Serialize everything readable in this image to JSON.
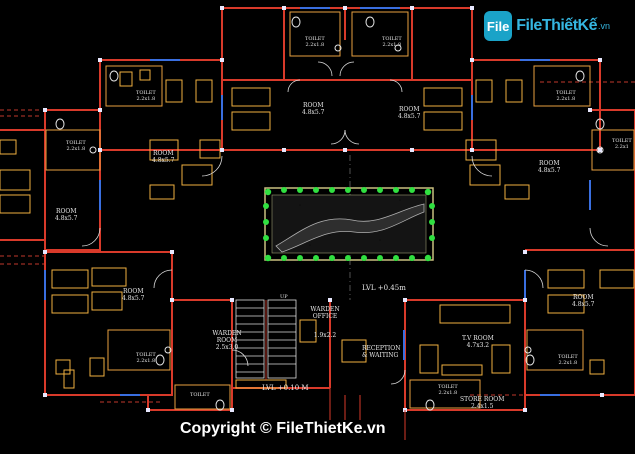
{
  "watermark": {
    "logo_mark": "File",
    "logo_text": "FileThiếtKế",
    "logo_suffix": ".vn",
    "copyright": "Copyright © FileThietKe.vn"
  },
  "rooms": {
    "toilet_top_left": {
      "name": "TOILET",
      "size": "2.2x1.8"
    },
    "toilet_top_right": {
      "name": "TOILET",
      "size": "2.2x1.8"
    },
    "toilet_left_a": {
      "name": "TOILET",
      "size": "2.2x1.8"
    },
    "toilet_left_b": {
      "name": "TOILET",
      "size": "2.2x1.8"
    },
    "toilet_right_a": {
      "name": "TOILET",
      "size": "2.2x1.8"
    },
    "toilet_right_b": {
      "name": "TOILET",
      "size": "2.2x1"
    },
    "room_top_center_left": {
      "name": "ROOM",
      "size": "4.8x5.7"
    },
    "room_top_center_right": {
      "name": "ROOM",
      "size": "4.8x5.7"
    },
    "room_left_upper": {
      "name": "ROOM",
      "size": "4.8x5.7"
    },
    "room_far_left": {
      "name": "ROOM",
      "size": "4.8x5.7"
    },
    "room_right_upper": {
      "name": "ROOM",
      "size": "4.8x5.7"
    },
    "room_left_lower": {
      "name": "ROOM",
      "size": "4.8x5.7"
    },
    "room_right_lower": {
      "name": "ROOM",
      "size": "4.8x5.7"
    },
    "toilet_bottom_left": {
      "name": "TOILET",
      "size": "2.2x1.8"
    },
    "toilet_bottom_right": {
      "name": "TOILET",
      "size": "2.2x1.8"
    },
    "toilet_bottom_center_left": {
      "name": "TOILET",
      "size": ""
    },
    "toilet_bottom_center_right": {
      "name": "TOILET",
      "size": "2.2x1.8"
    },
    "warden_room": {
      "name": "WARDEN ROOM",
      "size": "2.5x3.0"
    },
    "warden_office": {
      "name": "WARDEN OFFICE",
      "size": "1.9x2.2"
    },
    "reception": {
      "name": "RECEPTION & WAITING",
      "size": ""
    },
    "tv_room": {
      "name": "T.V ROOM",
      "size": "4.7x3.2"
    },
    "store_room": {
      "name": "STORE ROOM",
      "size": "2.4x1.5"
    }
  },
  "levels": {
    "lvl_upper": "LVL +0.45m",
    "lvl_lower": "LVL +0.10 M",
    "stair_up": "UP"
  }
}
